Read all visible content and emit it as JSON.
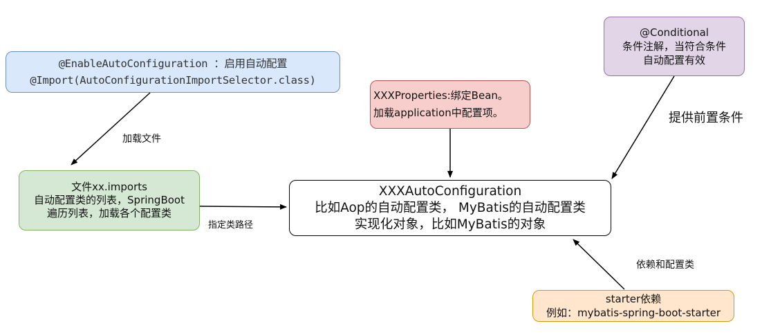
{
  "nodes": {
    "enable": {
      "lines": [
        "@EnableAutoConfiguration ：启用自动配置",
        "@Import(AutoConfigurationImportSelector.class)"
      ]
    },
    "properties": {
      "lines": [
        "XXXProperties:绑定Bean。",
        "加载application中配置项。"
      ]
    },
    "conditional": {
      "lines": [
        "@Conditional",
        "条件注解，当符合条件",
        "自动配置有效"
      ]
    },
    "imports": {
      "lines": [
        "文件xx.imports",
        "自动配置类的列表，SpringBoot",
        "遍历列表，加载各个配置类"
      ]
    },
    "autoconfig": {
      "lines": [
        "XXXAutoConfiguration",
        "比如Aop的自动配置类， MyBatis的自动配置类",
        "实现化对象，比如MyBatis的对象"
      ]
    },
    "starter": {
      "lines": [
        "starter依赖",
        "例如：mybatis-spring-boot-starter"
      ]
    }
  },
  "edge_labels": {
    "load_file": "加载文件",
    "class_path": "指定类路径",
    "precondition": "提供前置条件",
    "dependency": "依赖和配置类"
  },
  "colors": {
    "blue_fill": "#dae8fc",
    "blue_stroke": "#6c8ebf",
    "red_fill": "#f8cecc",
    "red_stroke": "#b85450",
    "purple_fill": "#e1d5e7",
    "purple_stroke": "#9673a6",
    "green_fill": "#d5e8d4",
    "green_stroke": "#82b366",
    "orange_fill": "#ffe6cc",
    "orange_stroke": "#d79b00"
  }
}
